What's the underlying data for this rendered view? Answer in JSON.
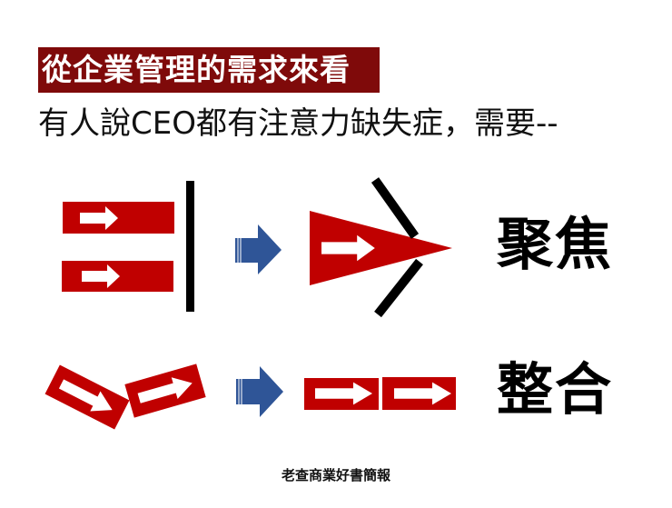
{
  "title": "從企業管理的需求來看",
  "subtitle": "有人說CEO都有注意力缺失症，需要--",
  "labels": {
    "focus": "聚焦",
    "integrate": "整合"
  },
  "footer": "老查商業好書簡報",
  "colors": {
    "red": "#c00000",
    "banner": "#7f0a0a",
    "blue": "#2f5597",
    "black": "#000000"
  }
}
